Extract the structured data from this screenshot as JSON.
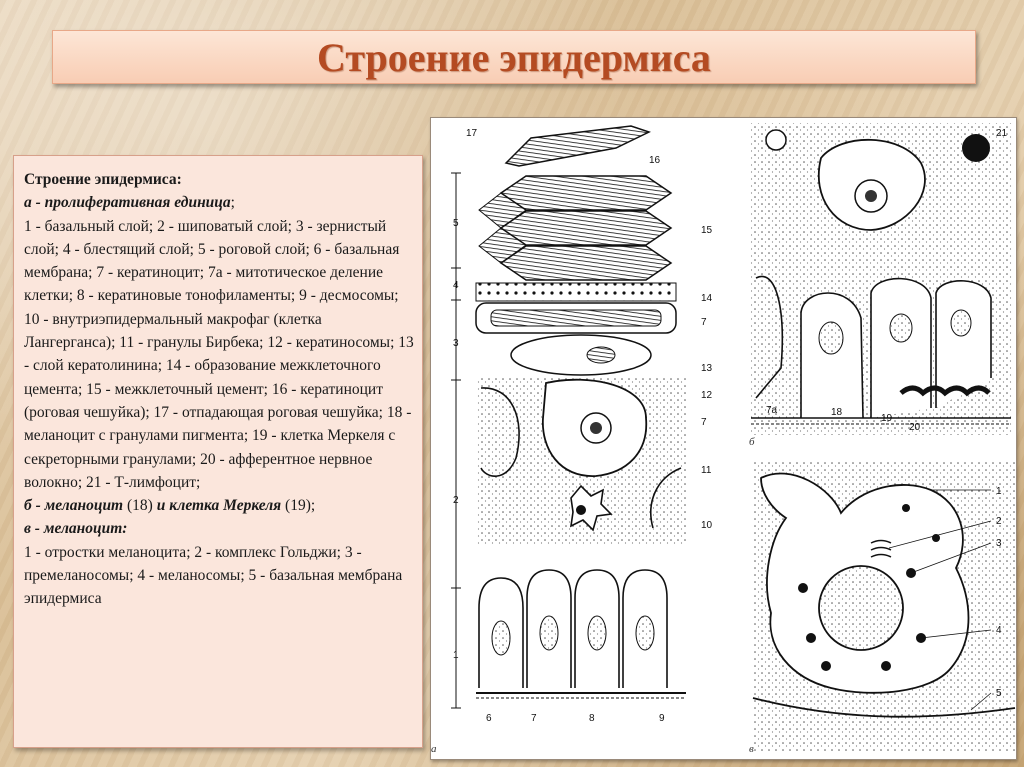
{
  "title": "Строение эпидермиса",
  "caption": {
    "heading": "Строение эпидермиса:",
    "a_label": "а - пролиферативная единица",
    "a_punct": ";",
    "a_text": "1 - базальный слой; 2 - шиповатый слой; 3 - зернистый слой; 4 - блестящий слой; 5 - роговой слой; 6 - базальная мембрана; 7 - кератиноцит; 7а - митотическое деление клетки; 8 - кератиновые тонофиламенты; 9 - десмосомы; 10 - внутриэпидермальный макрофаг (клетка Лангерганса); 11 - гранулы Бирбека; 12 - кератиносомы; 13 - слой кератолинина; 14 - образование межклеточного цемента; 15 - межклеточный цемент; 16 - кератиноцит (роговая чешуйка); 17 - отпадающая роговая чешуйка; 18 - меланоцит с гранулами пигмента; 19 - клетка Меркеля с секреторными гранулами; 20 - афферентное нервное волокно; 21 - Т-лимфоцит;",
    "b_label1": "б - меланоцит",
    "b_num1": " (18) ",
    "b_label2": "и клетка Меркеля",
    "b_num2": " (19);",
    "c_label": "в - меланоцит:",
    "c_text": "1 - отростки меланоцита; 2 - комплекс Гольджи; 3 - премеланосомы; 4 - меланосомы; 5 - базальная мембрана эпидермиса"
  },
  "figure": {
    "panel_a": "а",
    "panel_b": "б",
    "panel_c": "в",
    "a_layers": [
      "5",
      "4",
      "3",
      "2",
      "1"
    ],
    "a_right": [
      "17",
      "16",
      "15",
      "14",
      "7",
      "13",
      "12",
      "7",
      "11",
      "10"
    ],
    "a_bottom": [
      "6",
      "7",
      "8",
      "9"
    ],
    "b_labels": [
      "21",
      "7а",
      "18",
      "19",
      "20"
    ],
    "c_labels": [
      "1",
      "2",
      "3",
      "4",
      "5"
    ]
  }
}
